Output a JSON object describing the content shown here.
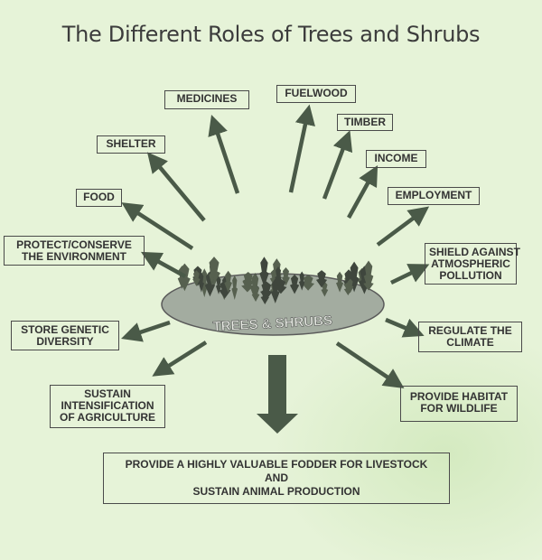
{
  "title": "The Different Roles of Trees and Shrubs",
  "center_label": "TREES & SHRUBS",
  "roles": {
    "medicines": "MEDICINES",
    "fuelwood": "FUELWOOD",
    "timber": "TIMBER",
    "shelter": "SHELTER",
    "income": "INCOME",
    "food": "FOOD",
    "employment": "EMPLOYMENT",
    "protect": [
      "PROTECT/CONSERVE",
      "THE ENVIRONMENT"
    ],
    "shield": [
      "SHIELD AGAINST",
      "ATMOSPHERIC",
      "POLLUTION"
    ],
    "genetic": [
      "STORE GENETIC",
      "DIVERSITY"
    ],
    "climate": [
      "REGULATE THE",
      "CLIMATE"
    ],
    "sustain_agri": [
      "SUSTAIN",
      "INTENSIFICATION",
      "OF AGRICULTURE"
    ],
    "habitat": [
      "PROVIDE HABITAT",
      "FOR WILDLIFE"
    ],
    "fodder": [
      "PROVIDE A HIGHLY VALUABLE FODDER FOR LIVESTOCK",
      "AND",
      "SUSTAIN ANIMAL PRODUCTION"
    ]
  },
  "colors": {
    "arrow": "#4a5a48",
    "ellipse": "#9aa498",
    "text": "#333333"
  }
}
